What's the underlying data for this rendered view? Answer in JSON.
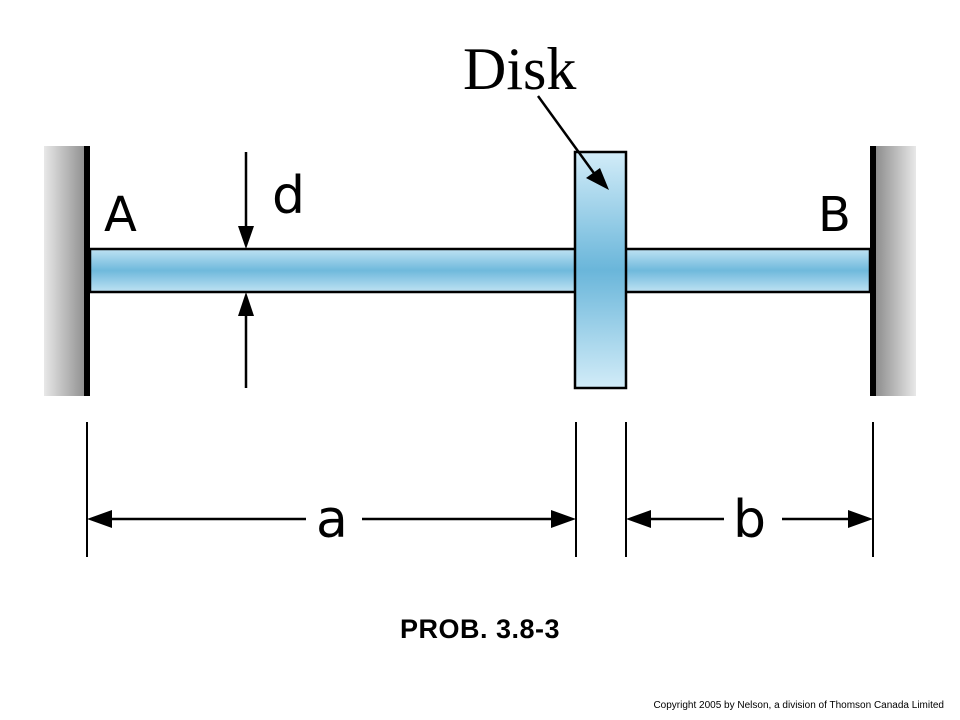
{
  "diagram": {
    "labels": {
      "end_a": "A",
      "end_b": "B",
      "diameter": "d",
      "disk": "Disk",
      "length_a": "a",
      "length_b": "b"
    }
  },
  "caption": "PROB. 3.8-3",
  "copyright": "Copyright 2005 by Nelson, a division of Thomson Canada Limited",
  "colors": {
    "shaft_light": "#cfe9f6",
    "shaft_mid": "#7ec3e2",
    "wall_shade": "#9a9a9a",
    "line": "#000000"
  }
}
